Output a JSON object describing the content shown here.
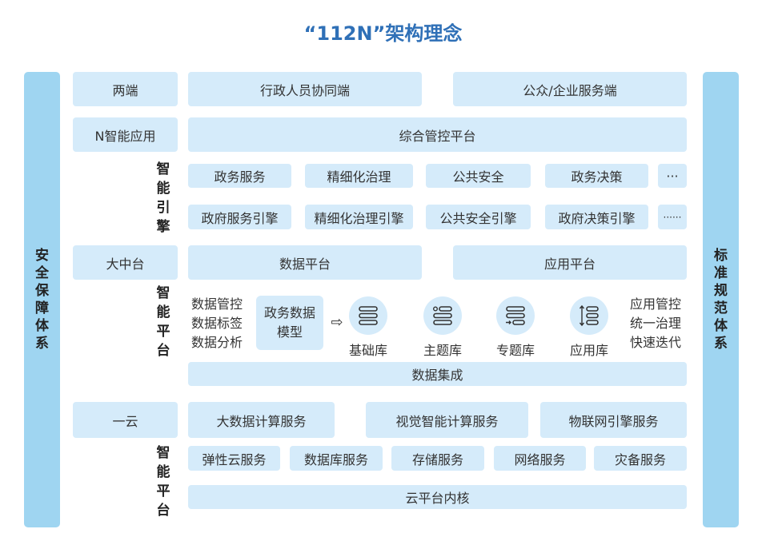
{
  "title": "“112N”架构理念",
  "left_bar": [
    "安",
    "全",
    "保",
    "障",
    "体",
    "系"
  ],
  "right_bar": [
    "标",
    "准",
    "规",
    "范",
    "体",
    "系"
  ],
  "rows": {
    "two_ends": {
      "label": "两端",
      "items": [
        "行政人员协同端",
        "公众/企业服务端"
      ]
    },
    "n_apps": {
      "label": "N智能应用",
      "items": [
        "综合管控平台"
      ]
    },
    "engine": {
      "label": [
        "智",
        "能",
        "引",
        "擎"
      ],
      "row1": [
        "政务服务",
        "精细化治理",
        "公共安全",
        "政务决策",
        "···"
      ],
      "row2": [
        "政府服务引擎",
        "精细化治理引擎",
        "公共安全引擎",
        "政府决策引擎",
        "······"
      ]
    },
    "middle": {
      "label": "大中台",
      "items": [
        "数据平台",
        "应用平台"
      ]
    },
    "platform": {
      "label": [
        "智",
        "能",
        "平",
        "台"
      ],
      "left_text": [
        "数据管控",
        "数据标签",
        "数据分析"
      ],
      "model": "政务数据模型",
      "libs": [
        "基础库",
        "主题库",
        "专题库",
        "应用库"
      ],
      "right_text": [
        "应用管控",
        "统一治理",
        "快速迭代"
      ],
      "integration": "数据集成"
    },
    "cloud": {
      "label": "一云",
      "items": [
        "大数据计算服务",
        "视觉智能计算服务",
        "物联网引擎服务"
      ]
    },
    "cloud_platform": {
      "label": [
        "智",
        "能",
        "平",
        "台"
      ],
      "services": [
        "弹性云服务",
        "数据库服务",
        "存储服务",
        "网络服务",
        "灾备服务"
      ],
      "kernel": "云平台内核"
    }
  }
}
